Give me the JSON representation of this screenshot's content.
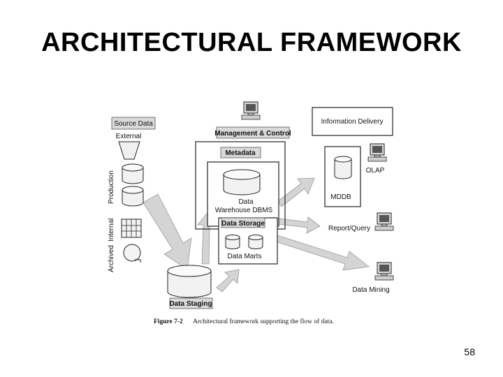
{
  "slide": {
    "title": "ARCHITECTURAL FRAMEWORK",
    "page_number": "58"
  },
  "diagram": {
    "source_data_label": "Source Data",
    "external_label": "External",
    "production_label": "Production",
    "internal_label": "Internal",
    "archived_label": "Archived",
    "management_label": "Management & Control",
    "metadata_label": "Metadata",
    "dbms_line1": "Data",
    "dbms_line2": "Warehouse DBMS",
    "data_storage_label": "Data Storage",
    "data_marts_label": "Data Marts",
    "data_staging_label": "Data Staging",
    "information_delivery_label": "Information Delivery",
    "olap_label": "OLAP",
    "mddb_label": "MDDB",
    "report_query_label": "Report/Query",
    "data_mining_label": "Data Mining",
    "figure_number": "Figure 7-2",
    "figure_caption": "Architectural framework supporting the flow of data."
  }
}
